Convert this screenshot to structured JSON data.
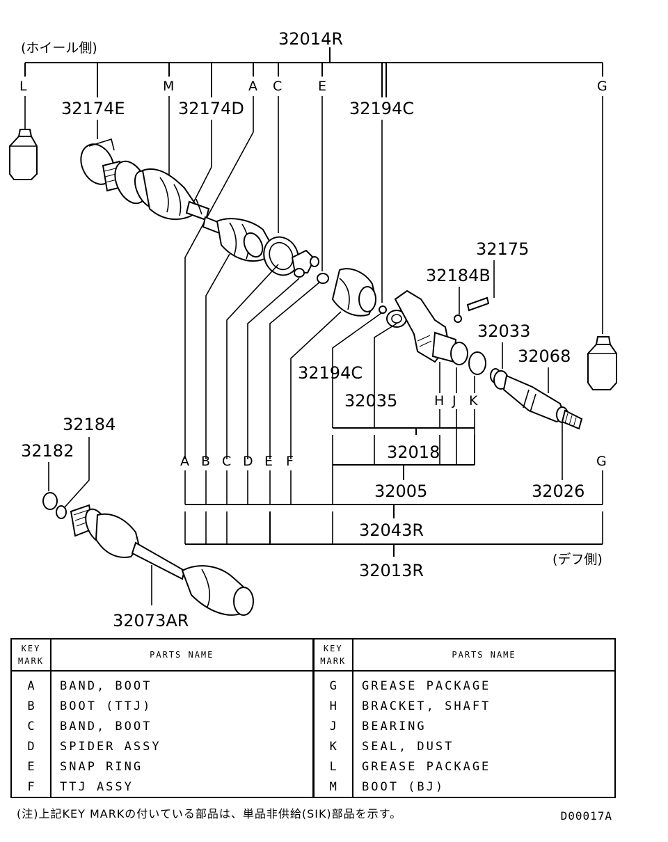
{
  "labels": {
    "wheel_side": "(ホイール側)",
    "diff_side": "(デフ側)",
    "p32014R": "32014R",
    "p32174E": "32174E",
    "p32174D": "32174D",
    "p32194C_top": "32194C",
    "p32194C_mid": "32194C",
    "p32175": "32175",
    "p32184B": "32184B",
    "p32033": "32033",
    "p32068": "32068",
    "p32035": "32035",
    "p32018": "32018",
    "p32005": "32005",
    "p32026": "32026",
    "p32043R": "32043R",
    "p32013R": "32013R",
    "p32184": "32184",
    "p32182": "32182",
    "p32073AR": "32073AR"
  },
  "top_letters": [
    "L",
    "M",
    "A",
    "C",
    "E",
    "G"
  ],
  "bottom_letters": [
    "A",
    "B",
    "C",
    "D",
    "E",
    "F",
    "G"
  ],
  "hjk_letters": [
    "H",
    "J",
    "K"
  ],
  "table": {
    "header_key": [
      "KEY",
      "MARK"
    ],
    "header_name": "PARTS NAME",
    "left": [
      {
        "key": "A",
        "name": "BAND, BOOT"
      },
      {
        "key": "B",
        "name": "BOOT (TTJ)"
      },
      {
        "key": "C",
        "name": "BAND, BOOT"
      },
      {
        "key": "D",
        "name": "SPIDER ASSY"
      },
      {
        "key": "E",
        "name": "SNAP RING"
      },
      {
        "key": "F",
        "name": "TTJ ASSY"
      }
    ],
    "right": [
      {
        "key": "G",
        "name": "GREASE PACKAGE"
      },
      {
        "key": "H",
        "name": "BRACKET, SHAFT"
      },
      {
        "key": "J",
        "name": "BEARING"
      },
      {
        "key": "K",
        "name": "SEAL, DUST"
      },
      {
        "key": "L",
        "name": "GREASE PACKAGE"
      },
      {
        "key": "M",
        "name": "BOOT (BJ)"
      }
    ]
  },
  "footnote": "(注)上記KEY MARKの付いている部品は、単品非供給(SIK)部品を示す。",
  "diagram_code": "D00017A"
}
